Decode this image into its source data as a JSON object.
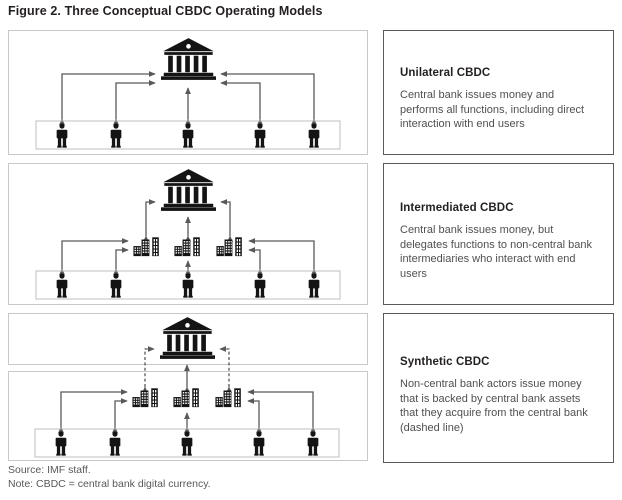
{
  "figure": {
    "title": "Figure 2. Three Conceptual CBDC Operating Models"
  },
  "panels": [
    {
      "id": "unilateral",
      "title": "Unilateral CBDC",
      "body": "Central bank issues money and performs all functions, including direct interaction with end users"
    },
    {
      "id": "intermediated",
      "title": "Intermediated CBDC",
      "body": "Central bank issues money, but delegates functions to non-central bank intermediaries who interact with end users"
    },
    {
      "id": "synthetic",
      "title": "Synthetic CBDC",
      "body": "Non-central bank actors issue money that is backed by central bank assets that they acquire from the central bank (dashed line)"
    }
  ],
  "diagrams": [
    {
      "id": "unilateral-diagram",
      "central_bank_icon": "bank-icon",
      "end_user_icon": "person-icon",
      "end_user_count": 5,
      "intermediary_icon": null,
      "intermediary_count": 0,
      "connector_style": "solid"
    },
    {
      "id": "intermediated-diagram",
      "central_bank_icon": "bank-icon",
      "end_user_icon": "person-icon",
      "end_user_count": 5,
      "intermediary_icon": "buildings-icon",
      "intermediary_count": 3,
      "connector_style": "solid"
    },
    {
      "id": "synthetic-diagram",
      "central_bank_icon": "bank-icon",
      "end_user_icon": "person-icon",
      "end_user_count": 5,
      "intermediary_icon": "buildings-icon",
      "intermediary_count": 3,
      "connector_style": "dashed"
    }
  ],
  "footer": {
    "source": "Source: IMF staff.",
    "note": "Note: CBDC = central bank digital currency."
  },
  "colors": {
    "ink": "#231f20",
    "body_text": "#4f5052",
    "panel_border": "#58595b",
    "box_border": "#c8c8c8",
    "connector": "#58595b",
    "icon_fill": "#1a1a1a"
  }
}
